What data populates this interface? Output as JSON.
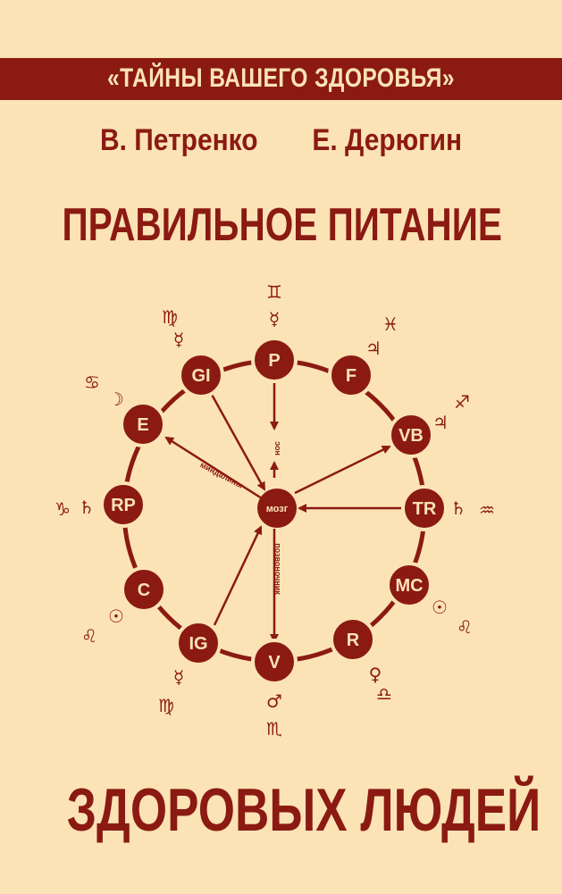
{
  "series_title": "«ТАЙНЫ ВАШЕГО ЗДОРОВЬЯ»",
  "authors": [
    "В. Петренко",
    "Е. Дерюгин"
  ],
  "title_line1": "ПРАВИЛЬНОЕ ПИТАНИЕ",
  "title_line2": "ЗДОРОВЫХ ЛЮДЕЙ",
  "colors": {
    "background": "#fbe3b5",
    "accent": "#8b1a13"
  },
  "diagram": {
    "center": "мозг",
    "labels": {
      "nose": "нос",
      "tonsils": "миндалины",
      "spine": "позвоночник"
    },
    "nodes": [
      {
        "label": "P",
        "symbols": [
          "♊",
          "☿"
        ]
      },
      {
        "label": "F",
        "symbols": [
          "♓",
          "♃"
        ]
      },
      {
        "label": "VB",
        "symbols": [
          "♐",
          "♃"
        ]
      },
      {
        "label": "TR",
        "symbols": [
          "♄",
          "♒"
        ]
      },
      {
        "label": "MC",
        "symbols": [
          "☉",
          "♌"
        ]
      },
      {
        "label": "R",
        "symbols": [
          "♀",
          "♎"
        ]
      },
      {
        "label": "V",
        "symbols": [
          "♂",
          "♏"
        ]
      },
      {
        "label": "IG",
        "symbols": [
          "☿",
          "♍"
        ]
      },
      {
        "label": "C",
        "symbols": [
          "☉",
          "♌"
        ]
      },
      {
        "label": "RP",
        "symbols": [
          "♑",
          "♄"
        ]
      },
      {
        "label": "E",
        "symbols": [
          "♋",
          "☽"
        ]
      },
      {
        "label": "GI",
        "symbols": [
          "♍",
          "☿"
        ]
      }
    ]
  }
}
